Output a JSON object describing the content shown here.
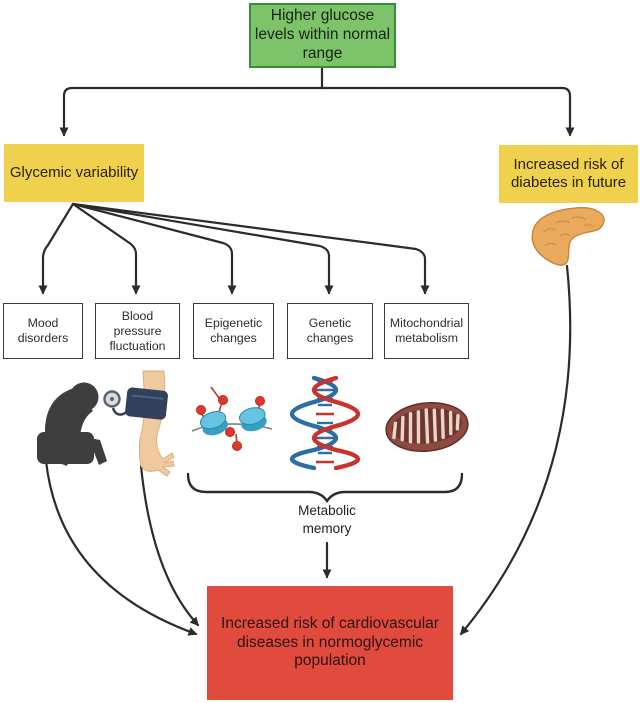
{
  "nodes": {
    "root": "Higher glucose levels within normal range",
    "glycemic": "Glycemic variability",
    "diabetes_risk": "Increased risk of diabetes in future",
    "mood": "Mood disorders",
    "blood_pressure": "Blood pressure fluctuation",
    "epigenetic": "Epigenetic changes",
    "genetic": "Genetic changes",
    "mitochondrial": "Mitochondrial metabolism",
    "metabolic_memory": "Metabolic memory",
    "cvd_risk": "Increased risk of cardiovascular diseases in normoglycemic population"
  },
  "icons": [
    "depressed-person-icon",
    "blood-pressure-cuff-icon",
    "epigenetic-marks-icon",
    "dna-helix-icon",
    "mitochondrion-icon",
    "pancreas-icon",
    "metabolic-memory-brace"
  ],
  "palette": {
    "green_fill": "#7cc36a",
    "green_border": "#3c8a3f",
    "yellow_fill": "#f0d14d",
    "red_fill": "#e14b3e",
    "white_box_border": "#3a3a3a",
    "arrow": "#2b2b2b",
    "person_gray": "#3e3e3e",
    "skin": "#eeca9e",
    "cuff_navy": "#31415c",
    "histone_blue": "#65c4e0",
    "methyl_red": "#e2362b",
    "dna_blue": "#2e6da4",
    "dna_red": "#c8332b",
    "mito_red": "#8c4a42",
    "pancreas_orange": "#eaaa5e"
  }
}
